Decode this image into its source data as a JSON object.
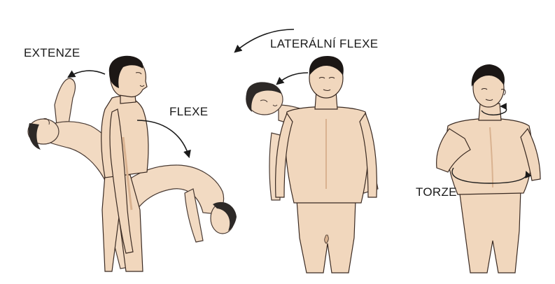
{
  "labels": {
    "extenze": "EXTENZE",
    "flexe": "FLEXE",
    "lateralni_flexe": "LATERÁLNÍ FLEXE",
    "torze": "TORZE"
  },
  "figures": [
    {
      "name": "figure-extension-flexion",
      "depicts": "extension and flexion of the trunk"
    },
    {
      "name": "figure-lateral-flexion",
      "depicts": "lateral flexion of the trunk"
    },
    {
      "name": "figure-torsion",
      "depicts": "torsion of the trunk"
    }
  ],
  "colors": {
    "skin": "#f1d7bd",
    "skin_shadow": "#d9b290",
    "outline": "#3a2a22",
    "hair": "#1c1715",
    "arrow": "#1a1a1a",
    "background": "#ffffff"
  }
}
